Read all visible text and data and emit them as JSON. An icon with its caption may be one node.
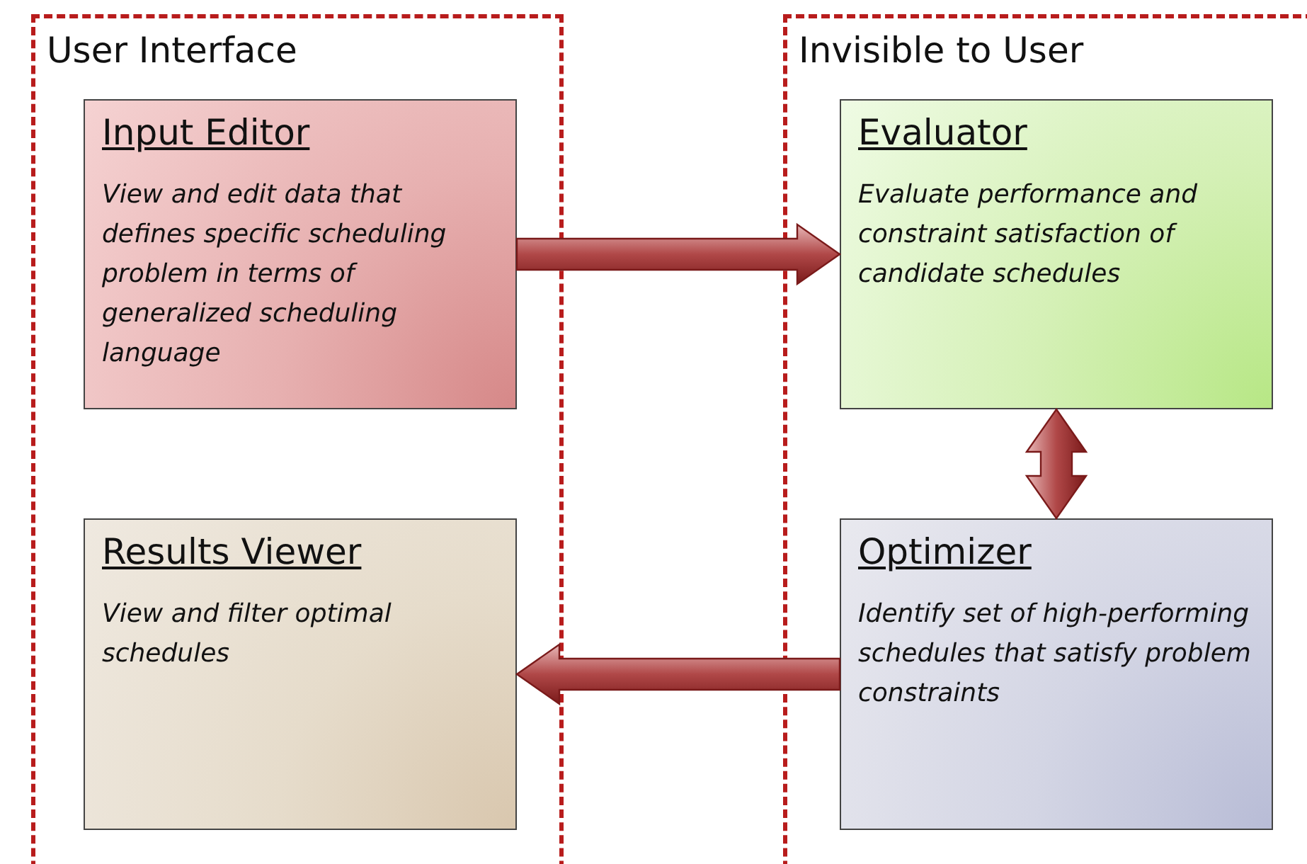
{
  "diagram": {
    "nodes": [
      {
        "text": [
          "User Interface"
        ]
      },
      {
        "text": [
          "Input Editor",
          "View and edit data that defines specific scheduling problem in terms of generalized scheduling language"
        ],
        "in": 0
      },
      {
        "text": [
          "Results Viewer",
          "View and filter optimal schedules"
        ],
        "in": 0
      },
      {
        "text": [
          "Invisible to User"
        ]
      },
      {
        "text": [
          "Evaluator",
          "Evaluate performance and constraint satisfaction of candidate schedules"
        ],
        "in": 3
      },
      {
        "text": [
          "Optimizer",
          "Identify set of high-performing schedules that satisfy problem constraints"
        ],
        "in": 3
      }
    ],
    "edges": [
      {
        "from": 1,
        "to": 4,
        "arrow": "to"
      },
      {
        "from": 4,
        "to": 5,
        "arrow": "both"
      },
      {
        "from": 5,
        "to": 2,
        "arrow": "to"
      }
    ]
  }
}
